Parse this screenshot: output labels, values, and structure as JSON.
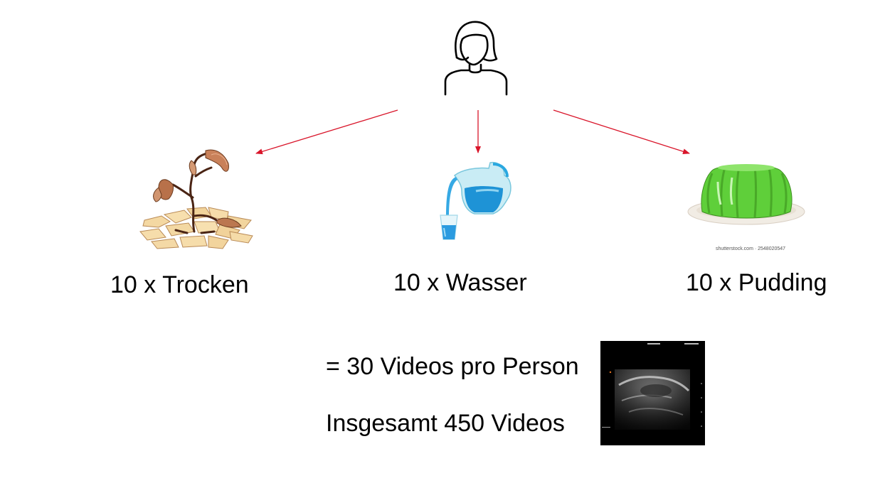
{
  "conditions": [
    {
      "label": "10 x Trocken",
      "icon": "dry-plant-icon"
    },
    {
      "label": "10 x Wasser",
      "icon": "water-pitcher-icon"
    },
    {
      "label": "10 x Pudding",
      "icon": "jelly-pudding-icon"
    }
  ],
  "summary": {
    "per_person": "= 30 Videos pro Person",
    "total": "Insgesamt 450 Videos"
  },
  "watermark": "shutterstock.com · 2548020547",
  "person_icon": "person-icon",
  "ultrasound_image": "ultrasound-image",
  "arrow_color": "#d9152a"
}
